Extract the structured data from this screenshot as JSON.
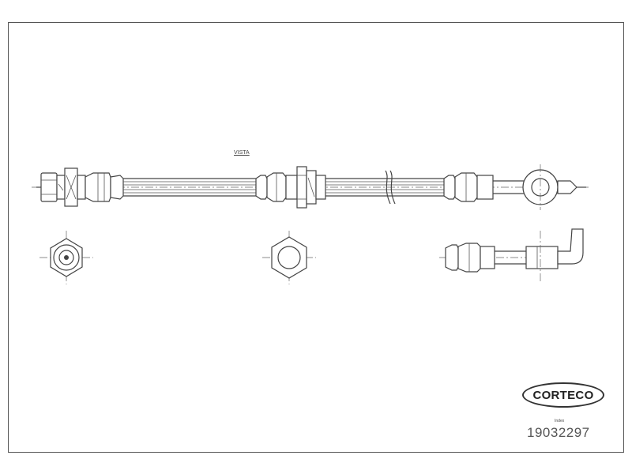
{
  "drawing": {
    "view_label": "VISTA",
    "brand_logo": "CORTECO",
    "small_label": "Index",
    "part_number": "19032297"
  },
  "colors": {
    "line": "#444444",
    "frame": "#555555",
    "background": "#ffffff"
  }
}
